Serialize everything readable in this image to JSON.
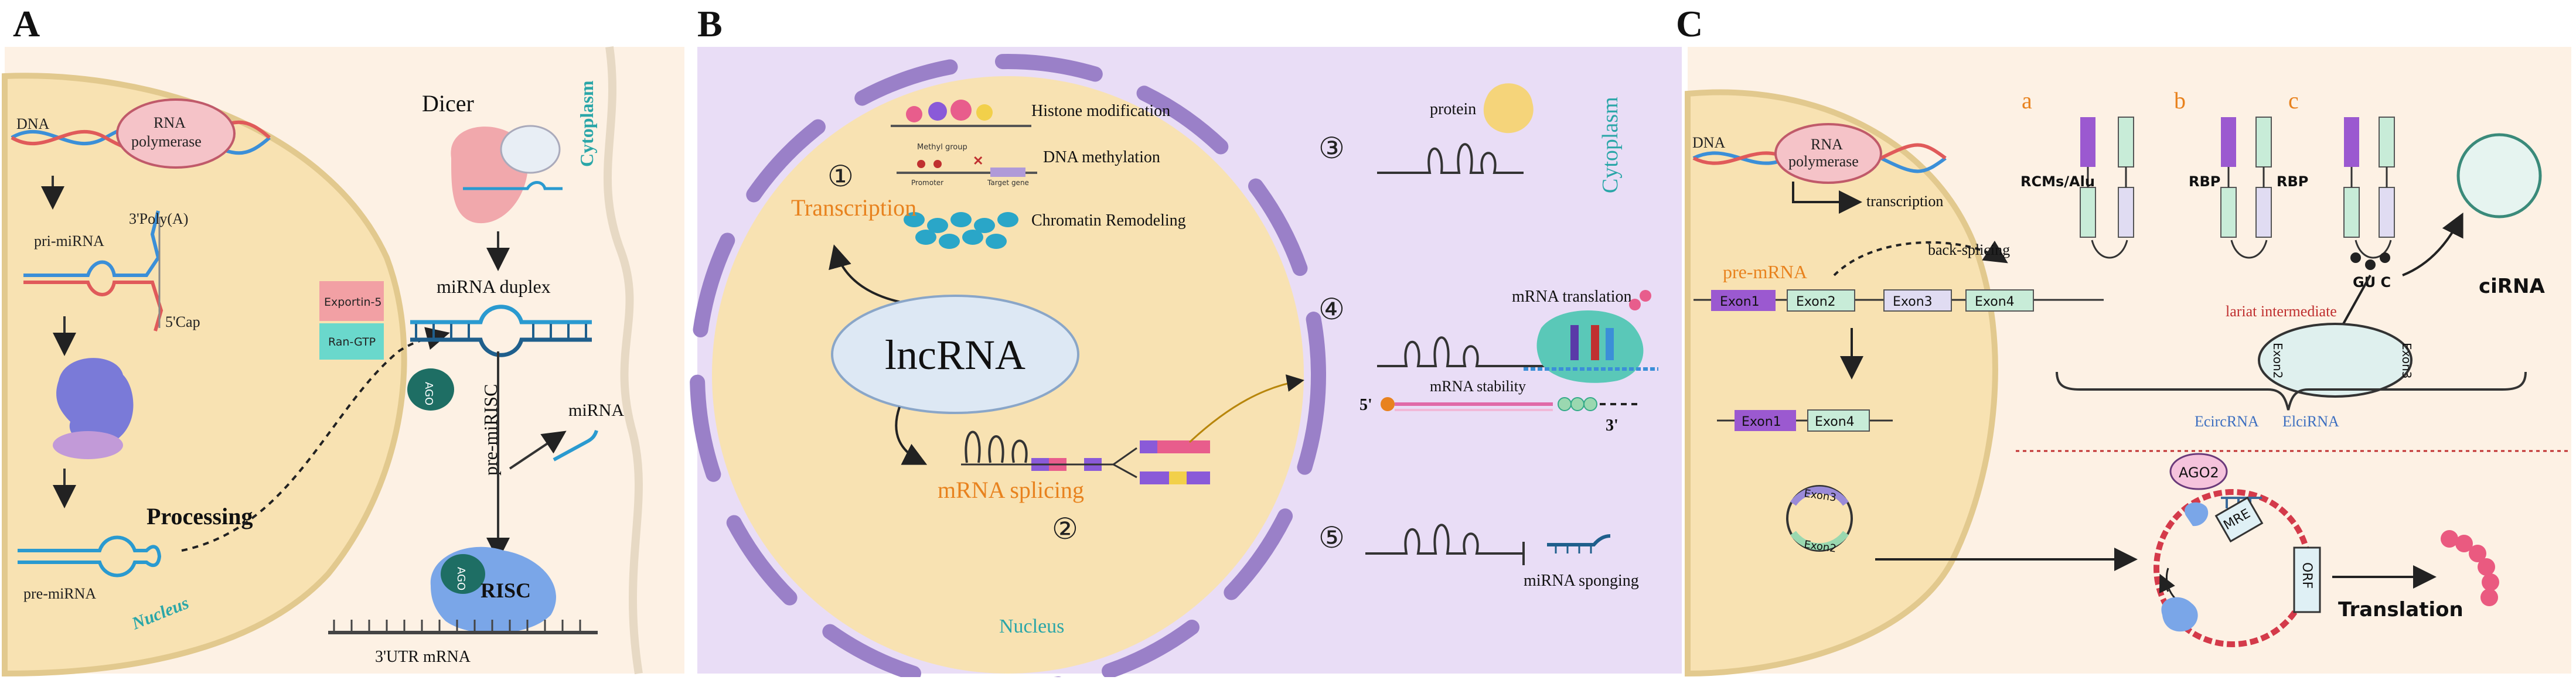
{
  "panels": {
    "a": {
      "letter": "A",
      "dna": "DNA",
      "rna_pol_1": "RNA",
      "rna_pol_2": "polymerase",
      "poly_a": "3'Poly(A)",
      "cap": "5'Cap",
      "pri_mirna": "pri-miRNA",
      "exportin": "Exportin-5",
      "ran_gtp": "Ran-GTP",
      "processing": "Processing",
      "pre_mirna": "pre-miRNA",
      "nucleus": "Nucleus",
      "dicer": "Dicer",
      "cytoplasm": "Cytoplasm",
      "duplex": "miRNA duplex",
      "ago": "AGO",
      "pre_mirisc": "pre-miRISC",
      "mirna": "miRNA",
      "risc": "RISC",
      "utr": "3'UTR mRNA"
    },
    "b": {
      "letter": "B",
      "histone": "Histone modification",
      "methyl_group": "Methyl group",
      "dna_methylation": "DNA methylation",
      "promoter": "Promoter",
      "target_gene": "Target gene",
      "chromatin": "Chromatin Remodeling",
      "n1": "①",
      "transcription": "Transcription",
      "lncrna": "lncRNA",
      "splicing": "mRNA splicing",
      "n2": "②",
      "nucleus": "Nucleus",
      "n3": "③",
      "protein": "protein",
      "cytoplasm": "Cytoplasm",
      "n4": "④",
      "translation": "mRNA translation",
      "stability": "mRNA stability",
      "five": "5'",
      "three": "3'",
      "n5": "⑤",
      "sponging": "miRNA sponging"
    },
    "c": {
      "letter": "C",
      "dna": "DNA",
      "rna_pol_1": "RNA",
      "rna_pol_2": "polymerase",
      "transcription": "transcription",
      "back_splicing": "back-splicing",
      "pre_mrna": "pre-mRNA",
      "exon1": "Exon1",
      "exon2": "Exon2",
      "exon3": "Exon3",
      "exon4": "Exon4",
      "sub_a": "a",
      "sub_b": "b",
      "sub_c": "c",
      "rcms": "RCMs/Alu",
      "rbp1": "RBP",
      "rbp2": "RBP",
      "gu": "GU C",
      "cirna": "ciRNA",
      "lariat": "lariat intermediate",
      "ecircrna": "EcircRNA",
      "elcirna": "ElciRNA",
      "ago2": "AGO2",
      "mre": "MRE",
      "orf": "ORF",
      "translation": "Translation"
    }
  },
  "colors": {
    "nucleus_fill": "#f8e2b2",
    "nucleus_edge": "#e2c98e",
    "cyto_fill": "#fdf1e4",
    "purple_panel": "#e9ddf6",
    "envelope": "#9a80c8",
    "orange_text": "#e8821e",
    "teal_text": "#2aa6a8",
    "blue_text": "#3d6fc0",
    "red_text": "#c03030",
    "exon_purple": "#9b59d0",
    "exon_green": "#c8ecd8",
    "rna_blue": "#3b8fd8",
    "rna_red": "#e05a5a"
  }
}
